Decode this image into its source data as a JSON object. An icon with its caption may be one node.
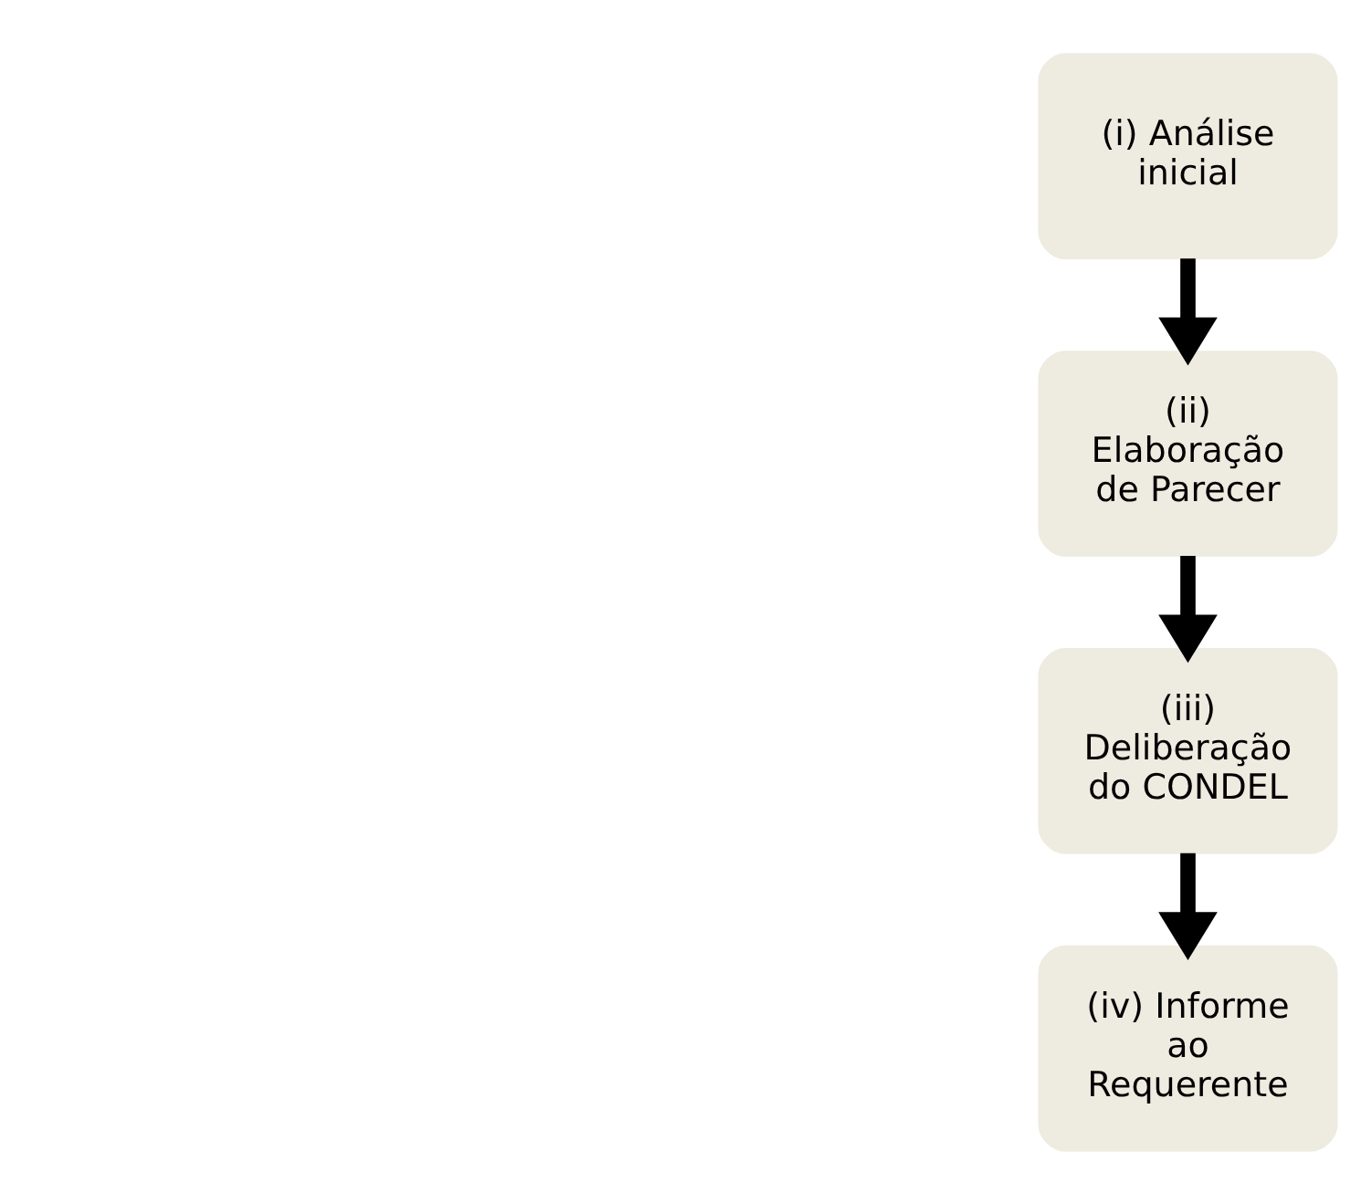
{
  "diagram": {
    "nodes": [
      {
        "text": [
          "(i) Análise inicial"
        ]
      },
      {
        "text": [
          "(ii) Elaboração de Parecer"
        ]
      },
      {
        "text": [
          "(iii) Deliberação do CONDEL"
        ]
      },
      {
        "text": [
          "(iv) Informe ao Requerente"
        ]
      }
    ],
    "edges": [
      {
        "from": 0,
        "to": 1,
        "arrow": "to"
      },
      {
        "from": 1,
        "to": 2,
        "arrow": "to"
      },
      {
        "from": 2,
        "to": 3,
        "arrow": "to"
      }
    ]
  }
}
